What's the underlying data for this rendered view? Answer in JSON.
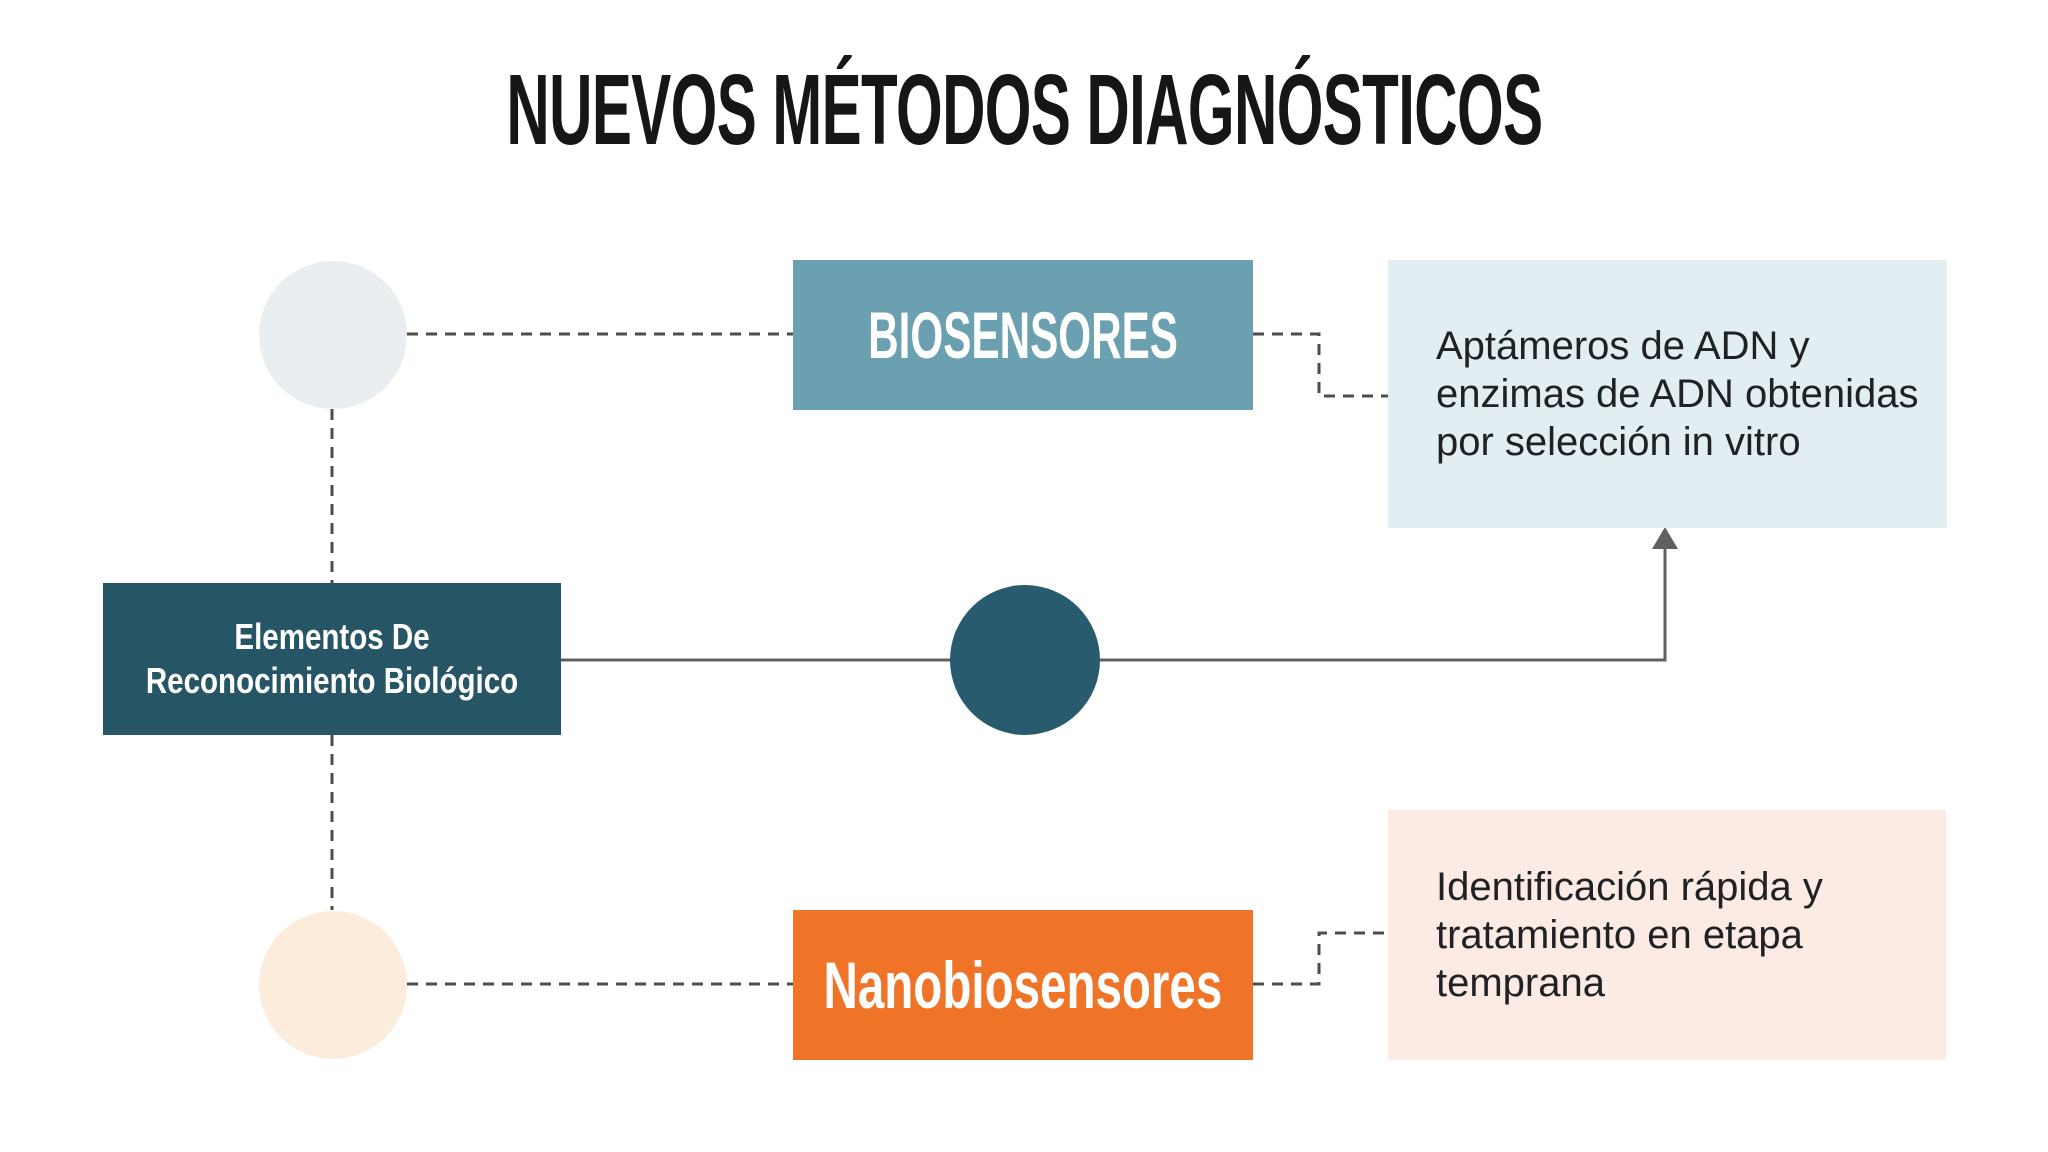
{
  "title": "NUEVOS MÉTODOS DIAGNÓSTICOS",
  "nodes": {
    "elementos": {
      "line1": "Elementos De",
      "line2": "Reconocimiento Biológico"
    },
    "biosensores": {
      "label": "BIOSENSORES"
    },
    "nanobiosensores": {
      "label": "Nanobiosensores"
    }
  },
  "cards": {
    "aptameros": {
      "lines": [
        "Aptámeros de ADN y",
        "enzimas de ADN obtenidas",
        "por selección in vitro"
      ]
    },
    "identificacion": {
      "lines": [
        "Identificación rápida y",
        "tratamiento en etapa",
        "temprana"
      ]
    }
  },
  "colors": {
    "dark_teal_box": "#265666",
    "dark_teal_circle": "#285b6d",
    "steel_blue_box": "#6ba0b1",
    "orange_box": "#ef7428",
    "light_blue_card": "#e3eef2",
    "light_pink_card": "#fcebe4",
    "light_blue_circle": "#e9eff1",
    "light_peach_circle": "#fcecdc",
    "dashed_line": "#4d4d4d",
    "solid_line": "#606060",
    "title_text": "#161616",
    "card_text": "#202124"
  }
}
